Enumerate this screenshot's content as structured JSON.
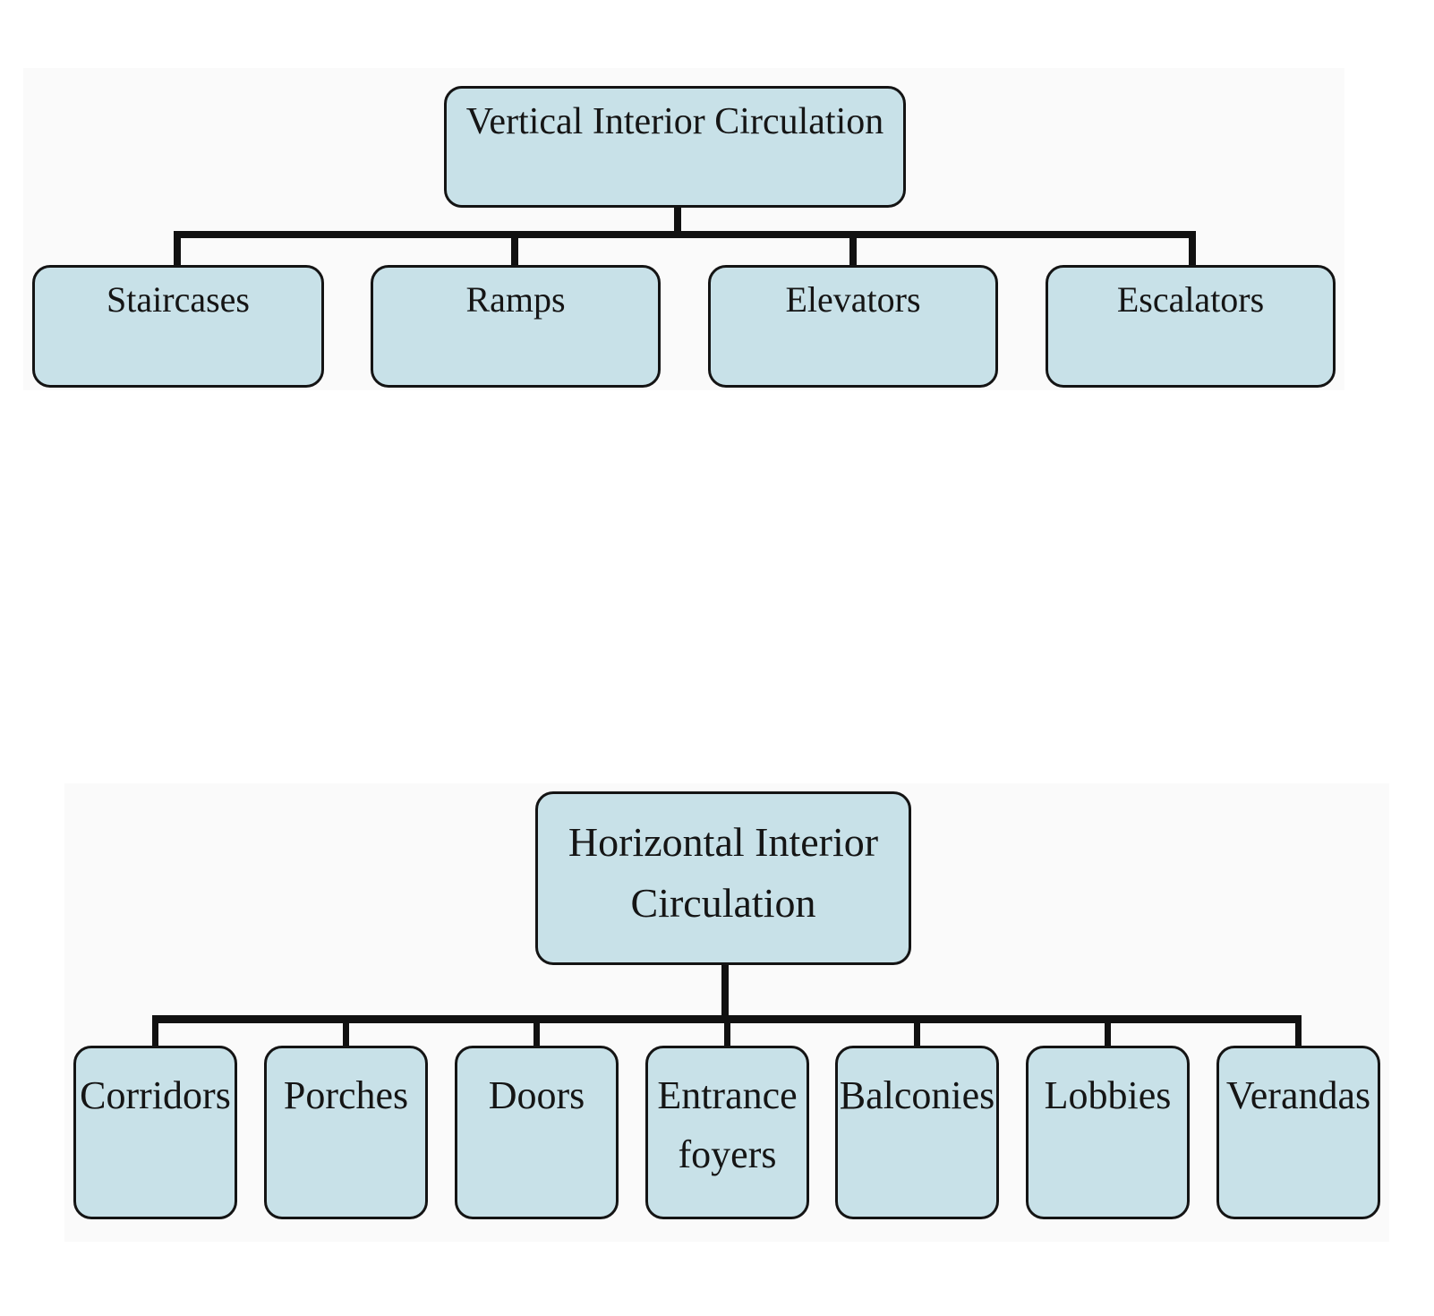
{
  "vertical": {
    "root": "Vertical Interior Circulation",
    "children": [
      "Staircases",
      "Ramps",
      "Elevators",
      "Escalators"
    ]
  },
  "horizontal": {
    "root_lines": [
      "Horizontal Interior",
      "Circulation"
    ],
    "children": [
      [
        "Corridors"
      ],
      [
        "Porches"
      ],
      [
        "Doors"
      ],
      [
        "Entrance",
        "foyers"
      ],
      [
        "Balconies"
      ],
      [
        "Lobbies"
      ],
      [
        "Verandas"
      ]
    ]
  },
  "colors": {
    "box_fill": "#c8e1e8",
    "box_border": "#141414",
    "connector": "#111111",
    "text": "#151515"
  }
}
